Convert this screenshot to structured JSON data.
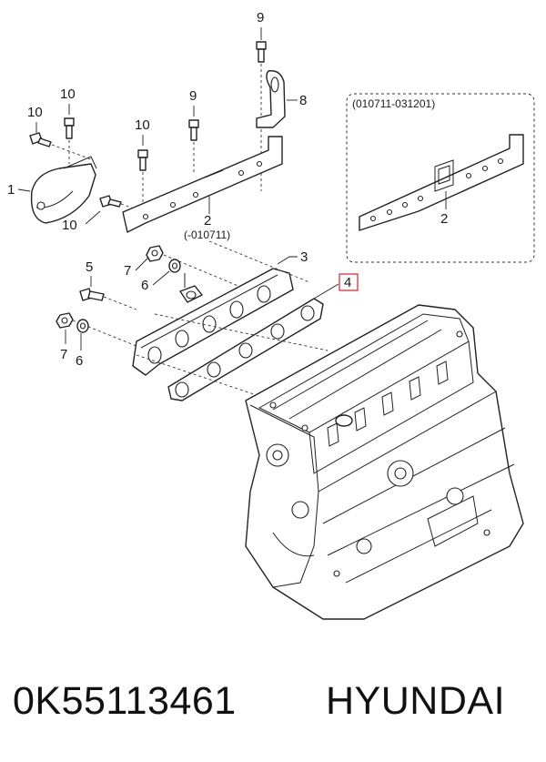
{
  "callouts": {
    "c1": "1",
    "c2a": "2",
    "c2a_note": "(-010711)",
    "c2b": "2",
    "c3": "3",
    "c4": "4",
    "c5": "5",
    "c6a": "6",
    "c6b": "6",
    "c7a": "7",
    "c7b": "7",
    "c8": "8",
    "c9a": "9",
    "c9b": "9",
    "c10a": "10",
    "c10b": "10",
    "c10c": "10",
    "c10d": "10"
  },
  "inset": {
    "label": "(010711-031201)"
  },
  "highlight_color": "#e0303a",
  "footer": {
    "part_number": "0K55113461",
    "brand": "HYUNDAI"
  }
}
